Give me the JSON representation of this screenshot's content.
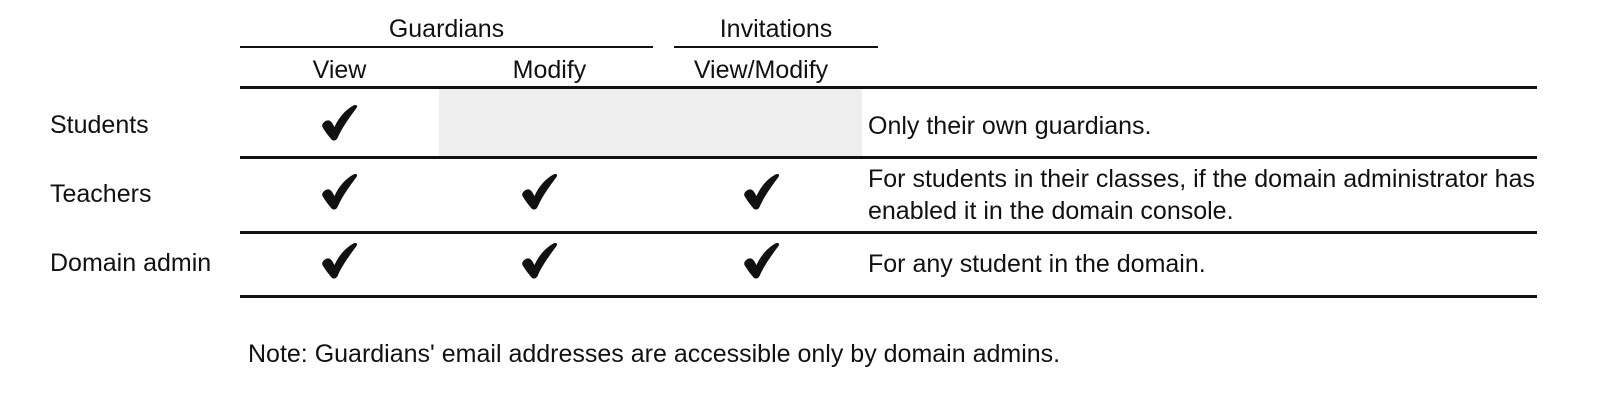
{
  "table": {
    "column_groups": [
      {
        "label": "Guardians",
        "span": [
          "View",
          "Modify"
        ]
      },
      {
        "label": "Invitations",
        "span": [
          "View/Modify"
        ]
      }
    ],
    "subheaders": [
      "View",
      "Modify",
      "View/Modify"
    ],
    "row_header_label": "",
    "rows": [
      {
        "label": "Students",
        "cells": [
          "check",
          "shaded",
          "shaded"
        ],
        "description": "Only their own guardians."
      },
      {
        "label": "Teachers",
        "cells": [
          "check",
          "check",
          "check"
        ],
        "description": "For students in their classes, if the domain administrator has enabled it in the domain console."
      },
      {
        "label": "Domain admin",
        "cells": [
          "check",
          "check",
          "check"
        ],
        "description": "For any student in the domain."
      }
    ]
  },
  "note": "Note: Guardians' email addresses are accessible only by domain admins.",
  "icons": {
    "check": "check-mark-icon"
  },
  "colors": {
    "rule": "#111111",
    "text": "#111111",
    "shaded_cell": "#eeeeee",
    "background": "#ffffff"
  }
}
